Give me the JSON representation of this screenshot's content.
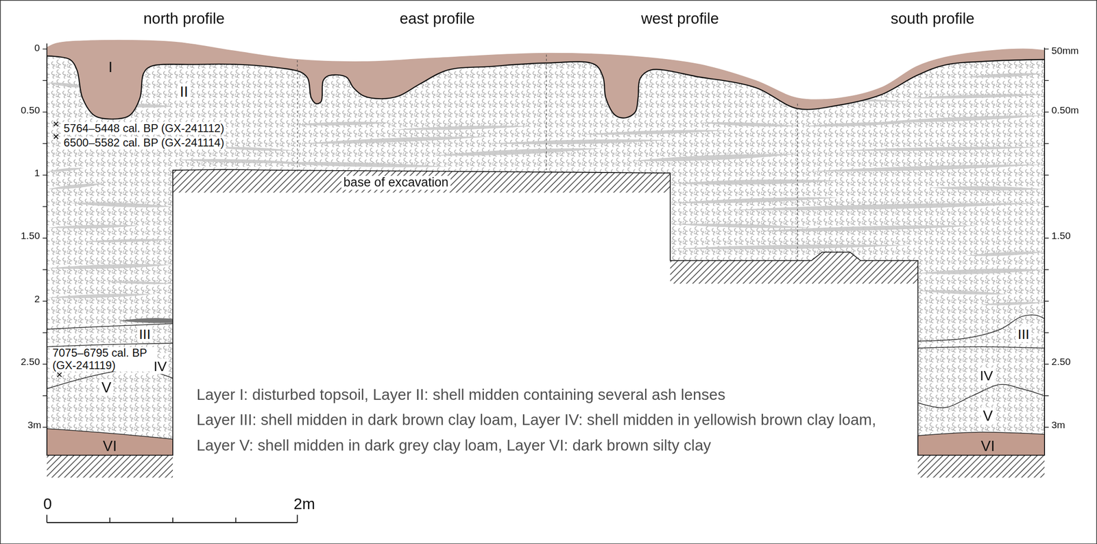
{
  "diagram": {
    "nodes": [
      {
        "text": [
          "I"
        ]
      },
      {
        "text": [
          "II"
        ]
      },
      {
        "text": [
          "III"
        ]
      },
      {
        "text": [
          "IV"
        ]
      },
      {
        "text": [
          "V"
        ]
      },
      {
        "text": [
          "VI"
        ]
      },
      {
        "text": [
          "III"
        ]
      },
      {
        "text": [
          "IV"
        ]
      },
      {
        "text": [
          "V"
        ]
      },
      {
        "text": [
          "VI"
        ]
      },
      {
        "text": [
          "base of excavation"
        ]
      }
    ],
    "labels": [
      "north profile",
      "east profile",
      "west profile",
      "south profile",
      "0",
      "0.50",
      "1",
      "1.50",
      "2",
      "2.50",
      "3m",
      "50mm",
      "0.50m",
      "1.50",
      "2.50",
      "3m",
      "5764–5448 cal. BP (GX-241112)",
      "6500–5582 cal. BP (GX-241114)",
      "7075–6795 cal. BP (GX-241119)",
      "Layer I: disturbed topsoil, Layer II: shell midden containing several ash lenses",
      "Layer III: shell midden in dark brown clay loam, Layer IV: shell midden in yellowish brown clay loam, Layer V: shell midden in dark grey clay loam, Layer VI: dark brown silty clay",
      "0",
      "2m"
    ]
  }
}
